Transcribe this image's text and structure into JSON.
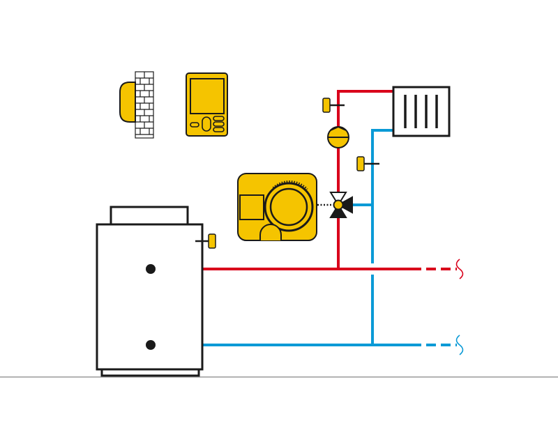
{
  "diagram": {
    "type": "heating-hydraulic-schematic",
    "colors": {
      "supply": "#d9001b",
      "return": "#0a9ad6",
      "device": "#f5c400",
      "outline": "#1a1a1a",
      "floor": "#9a9a9a",
      "background": "#ffffff"
    },
    "components": [
      {
        "id": "boiler",
        "icon": "storage-boiler-icon"
      },
      {
        "id": "outdoor-sensor",
        "icon": "wall-mounted-outdoor-sensor-icon"
      },
      {
        "id": "room-controller",
        "icon": "room-control-unit-icon"
      },
      {
        "id": "mixer-module",
        "icon": "mixing-valve-controller-icon"
      },
      {
        "id": "mixing-valve",
        "icon": "three-way-valve-icon"
      },
      {
        "id": "pump",
        "icon": "circulation-pump-icon"
      },
      {
        "id": "radiator",
        "icon": "radiator-icon"
      },
      {
        "id": "supply-temp-sensor",
        "icon": "pipe-temperature-sensor-icon"
      },
      {
        "id": "return-temp-sensor",
        "icon": "pipe-temperature-sensor-icon"
      },
      {
        "id": "boiler-temp-sensor",
        "icon": "boiler-temperature-sensor-icon"
      }
    ],
    "pipes": [
      {
        "id": "supply-main",
        "medium": "supply"
      },
      {
        "id": "return-main",
        "medium": "return"
      },
      {
        "id": "heating-circuit-supply",
        "medium": "supply"
      },
      {
        "id": "heating-circuit-return",
        "medium": "return"
      }
    ]
  }
}
